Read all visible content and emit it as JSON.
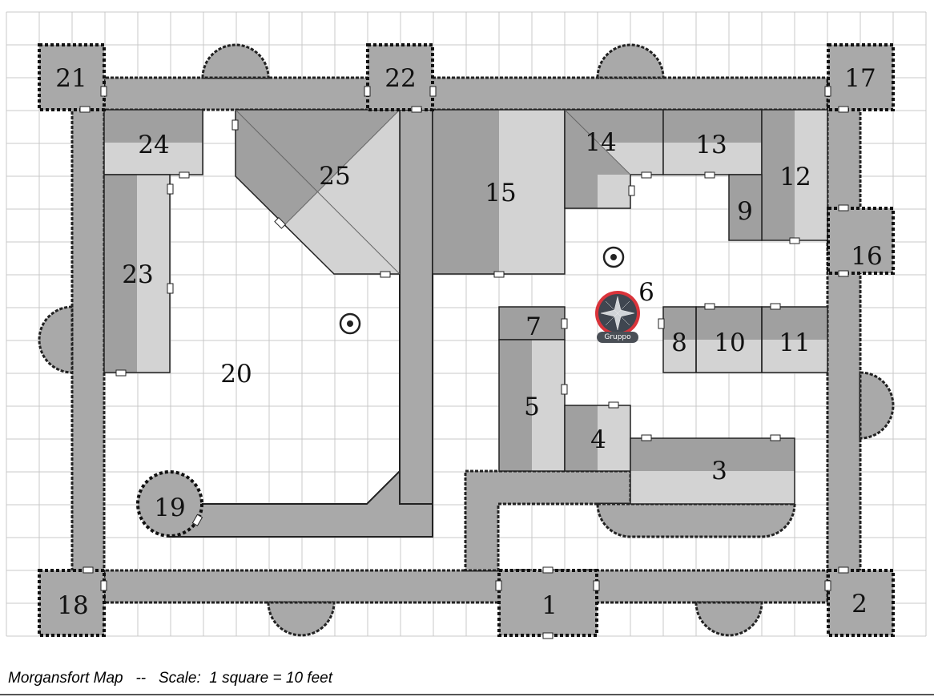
{
  "map": {
    "title": "Morgansfort Map",
    "caption": "Morgansfort Map   --   Scale:  1 square = 10 feet",
    "scale_text": "1 square = 10 feet",
    "colors": {
      "grid": "#c8c8c8",
      "wall": "#a9a9a9",
      "roof_dark": "#a0a0a0",
      "roof_light": "#d3d3d3",
      "outline": "#222222",
      "token_ring": "#d9343b"
    },
    "rooms": [
      {
        "id": "room-1",
        "label": "1"
      },
      {
        "id": "room-2",
        "label": "2"
      },
      {
        "id": "room-3",
        "label": "3"
      },
      {
        "id": "room-4",
        "label": "4"
      },
      {
        "id": "room-5",
        "label": "5"
      },
      {
        "id": "room-6",
        "label": "6"
      },
      {
        "id": "room-7",
        "label": "7"
      },
      {
        "id": "room-8",
        "label": "8"
      },
      {
        "id": "room-9",
        "label": "9"
      },
      {
        "id": "room-10",
        "label": "10"
      },
      {
        "id": "room-11",
        "label": "11"
      },
      {
        "id": "room-12",
        "label": "12"
      },
      {
        "id": "room-13",
        "label": "13"
      },
      {
        "id": "room-14",
        "label": "14"
      },
      {
        "id": "room-15",
        "label": "15"
      },
      {
        "id": "room-16",
        "label": "16"
      },
      {
        "id": "room-17",
        "label": "17"
      },
      {
        "id": "room-18",
        "label": "18"
      },
      {
        "id": "room-19",
        "label": "19"
      },
      {
        "id": "room-20",
        "label": "20"
      },
      {
        "id": "room-21",
        "label": "21"
      },
      {
        "id": "room-22",
        "label": "22"
      },
      {
        "id": "room-23",
        "label": "23"
      },
      {
        "id": "room-24",
        "label": "24"
      },
      {
        "id": "room-25",
        "label": "25"
      }
    ],
    "markers": [
      {
        "id": "well-marker-courtyard",
        "icon": "target-marker-icon"
      },
      {
        "id": "well-marker-inner",
        "icon": "target-marker-icon"
      }
    ],
    "token": {
      "label": "Gruppo",
      "icon": "compass-rose-icon"
    }
  }
}
